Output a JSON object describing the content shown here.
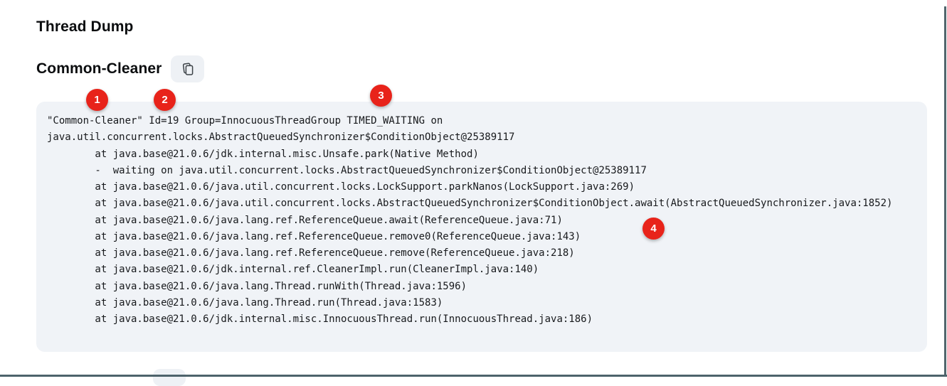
{
  "page": {
    "title": "Thread Dump"
  },
  "section": {
    "heading": "Common-Cleaner",
    "copy_icon": "copy-icon"
  },
  "thread_dump": {
    "lines": [
      "\"Common-Cleaner\" Id=19 Group=InnocuousThreadGroup TIMED_WAITING on",
      "java.util.concurrent.locks.AbstractQueuedSynchronizer$ConditionObject@25389117",
      "        at java.base@21.0.6/jdk.internal.misc.Unsafe.park(Native Method)",
      "        -  waiting on java.util.concurrent.locks.AbstractQueuedSynchronizer$ConditionObject@25389117",
      "        at java.base@21.0.6/java.util.concurrent.locks.LockSupport.parkNanos(LockSupport.java:269)",
      "        at java.base@21.0.6/java.util.concurrent.locks.AbstractQueuedSynchronizer$ConditionObject.await(AbstractQueuedSynchronizer.java:1852)",
      "        at java.base@21.0.6/java.lang.ref.ReferenceQueue.await(ReferenceQueue.java:71)",
      "        at java.base@21.0.6/java.lang.ref.ReferenceQueue.remove0(ReferenceQueue.java:143)",
      "        at java.base@21.0.6/java.lang.ref.ReferenceQueue.remove(ReferenceQueue.java:218)",
      "        at java.base@21.0.6/jdk.internal.ref.CleanerImpl.run(CleanerImpl.java:140)",
      "        at java.base@21.0.6/java.lang.Thread.runWith(Thread.java:1596)",
      "        at java.base@21.0.6/java.lang.Thread.run(Thread.java:1583)",
      "        at java.base@21.0.6/jdk.internal.misc.InnocuousThread.run(InnocuousThread.java:186)"
    ]
  },
  "annotations": [
    {
      "label": "1"
    },
    {
      "label": "2"
    },
    {
      "label": "3"
    },
    {
      "label": "4"
    }
  ],
  "colors": {
    "annotation_red": "#e8231a",
    "code_background": "#f0f3f7",
    "button_background": "#eef1f5",
    "window_border": "#51666d",
    "code_text": "#17191c"
  }
}
